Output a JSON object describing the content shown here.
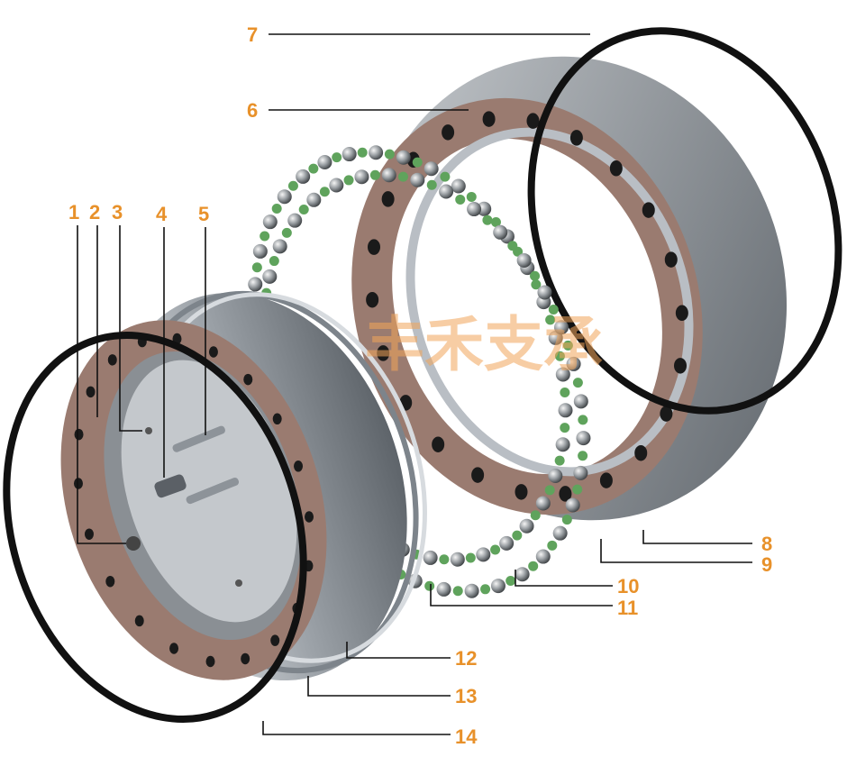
{
  "watermark": "丰禾支承",
  "colors": {
    "callout": "#E8912A",
    "ring_face": "#9A7B70",
    "ring_face_dark": "#6E554B",
    "steel": "#B9BEC4",
    "steel_dark": "#6F757C",
    "seal": "#111111",
    "spacer": "#5FA35C",
    "ball": "#8E9396"
  },
  "parts": [
    {
      "id": "1",
      "label": "1"
    },
    {
      "id": "2",
      "label": "2"
    },
    {
      "id": "3",
      "label": "3"
    },
    {
      "id": "4",
      "label": "4"
    },
    {
      "id": "5",
      "label": "5"
    },
    {
      "id": "6",
      "label": "6"
    },
    {
      "id": "7",
      "label": "7"
    },
    {
      "id": "8",
      "label": "8"
    },
    {
      "id": "9",
      "label": "9"
    },
    {
      "id": "10",
      "label": "10"
    },
    {
      "id": "11",
      "label": "11"
    },
    {
      "id": "12",
      "label": "12"
    },
    {
      "id": "13",
      "label": "13"
    },
    {
      "id": "14",
      "label": "14"
    }
  ]
}
